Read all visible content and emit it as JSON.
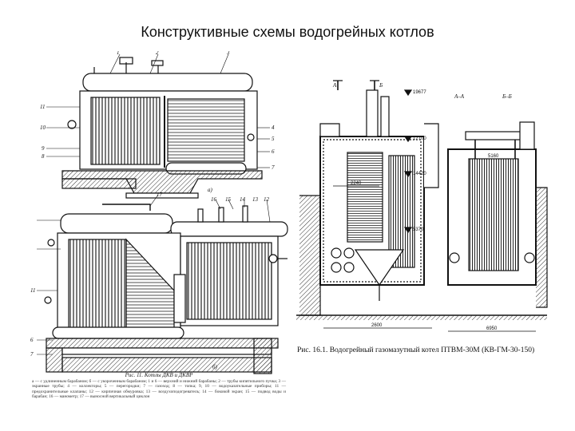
{
  "slide": {
    "title": "Конструктивные схемы водогрейных котлов"
  },
  "left_figure": {
    "part_labels_top": [
      "1",
      "2",
      "3"
    ],
    "part_labels_left_top": [
      "11",
      "10",
      "9",
      "8"
    ],
    "part_labels_right_top": [
      "4",
      "5",
      "6",
      "7"
    ],
    "sub_a": "а)",
    "part_labels_bottom_top": [
      "17",
      "16",
      "15",
      "14",
      "13",
      "12"
    ],
    "part_labels_bottom_left": [
      "11",
      "6",
      "7"
    ],
    "sub_b": "б)",
    "caption_title": "Рис. 11. Котлы ДКВ и ДКВР",
    "caption_body": "а — с удлиненным барабаном; б — с укороченным барабаном; 1 и 6 — верхний и нижний барабаны; 2 — трубы кипятильного пучка; 3 — экранные трубы; 4 — коллекторы; 5 — перегородки; 7 — газоход; 8 — топка; 9, 10 — водоуказательные приборы; 11 — предохранительные клапаны; 12 — кирпичная обмуровка; 13 — воздухоподогреватель; 14 — боковой экран; 15 — подвод воды и барабан; 16 — манометр; 17 — выносной вертикальный циклон"
  },
  "right_figure": {
    "section_marks": [
      "А",
      "Б",
      "А–А",
      "Б–Б"
    ],
    "elevations": [
      "19677",
      "17700",
      "14420",
      "5370"
    ],
    "dims": [
      "2240",
      "2600",
      "5160",
      "6950"
    ],
    "caption": "Рис. 16.1. Водогрейный газомазутный котел ПТВМ-30М (КВ-ГМ-30-150)"
  }
}
